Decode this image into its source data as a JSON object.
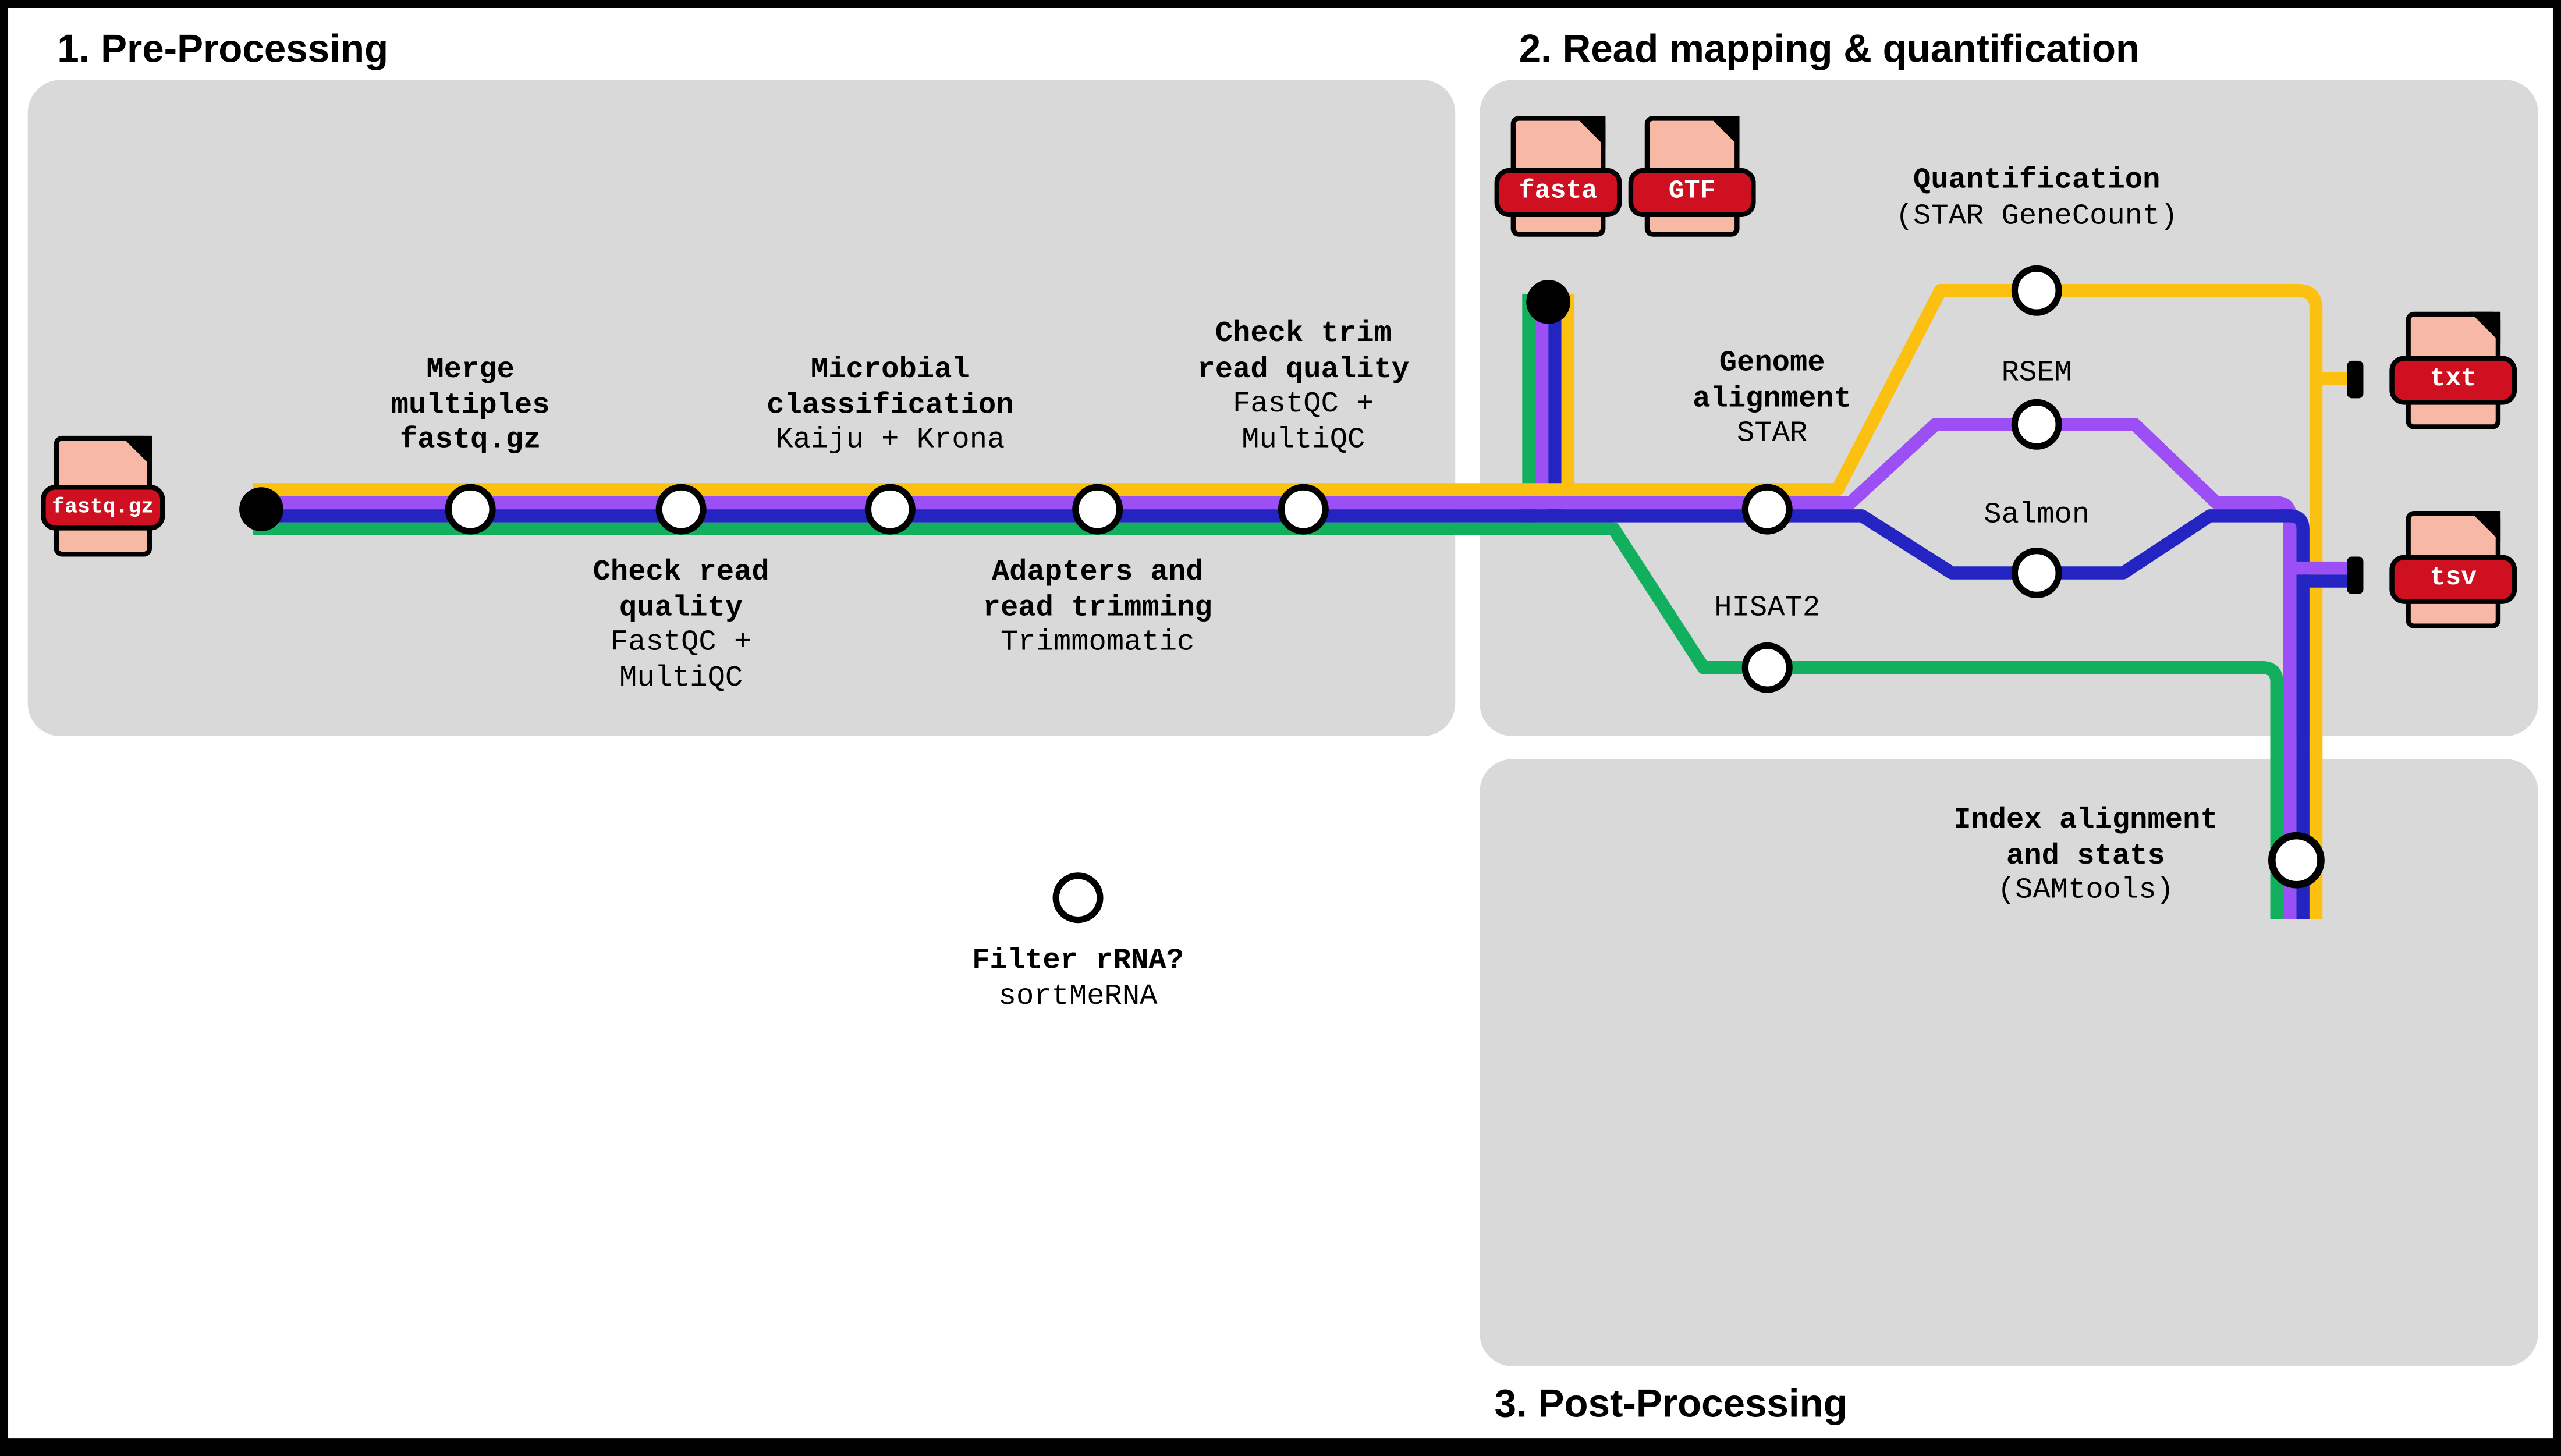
{
  "headings": {
    "pre": "1. Pre-Processing",
    "map": "2. Read mapping & quantification",
    "post": "3. Post-Processing"
  },
  "colors": {
    "yellow": "#fcc110",
    "purple": "#9b4ff5",
    "blue": "#2424c2",
    "green": "#11af5e",
    "panel": "#d9d9d9",
    "file_page": "#f7b8a5",
    "file_band": "#cf1021",
    "terminus": "#000000"
  },
  "files": {
    "input_reads": "fastq.gz",
    "ref_fasta": "fasta",
    "ref_gtf": "GTF",
    "out_txt": "txt",
    "out_tsv": "tsv"
  },
  "stations": {
    "merge": {
      "title": [
        "Merge",
        "multiples",
        "fastq.gz"
      ]
    },
    "check_read_quality": {
      "title": [
        "Check read",
        "quality"
      ],
      "tool": [
        "FastQC +",
        "MultiQC"
      ]
    },
    "microbial_classification": {
      "title": [
        "Microbial",
        "classification"
      ],
      "tool": [
        "Kaiju + Krona"
      ]
    },
    "adapters_trimming": {
      "title": [
        "Adapters and",
        "read trimming"
      ],
      "tool": [
        "Trimmomatic"
      ]
    },
    "check_trim_quality": {
      "title": [
        "Check trim",
        "read quality"
      ],
      "tool": [
        "FastQC +",
        "MultiQC"
      ]
    },
    "filter_rrna": {
      "title": [
        "Filter rRNA?"
      ],
      "tool": [
        "sortMeRNA"
      ]
    },
    "genome_alignment": {
      "title": [
        "Genome",
        "alignment"
      ],
      "tool": [
        "STAR"
      ]
    },
    "hisat2": {
      "tool": [
        "HISAT2"
      ]
    },
    "quantification": {
      "title": [
        "Quantification"
      ],
      "tool": [
        "(STAR GeneCount)"
      ]
    },
    "rsem": {
      "tool": [
        "RSEM"
      ]
    },
    "salmon": {
      "tool": [
        "Salmon"
      ]
    },
    "index_stats": {
      "title": [
        "Index alignment",
        "and stats"
      ],
      "tool": [
        "(SAMtools)"
      ]
    }
  }
}
